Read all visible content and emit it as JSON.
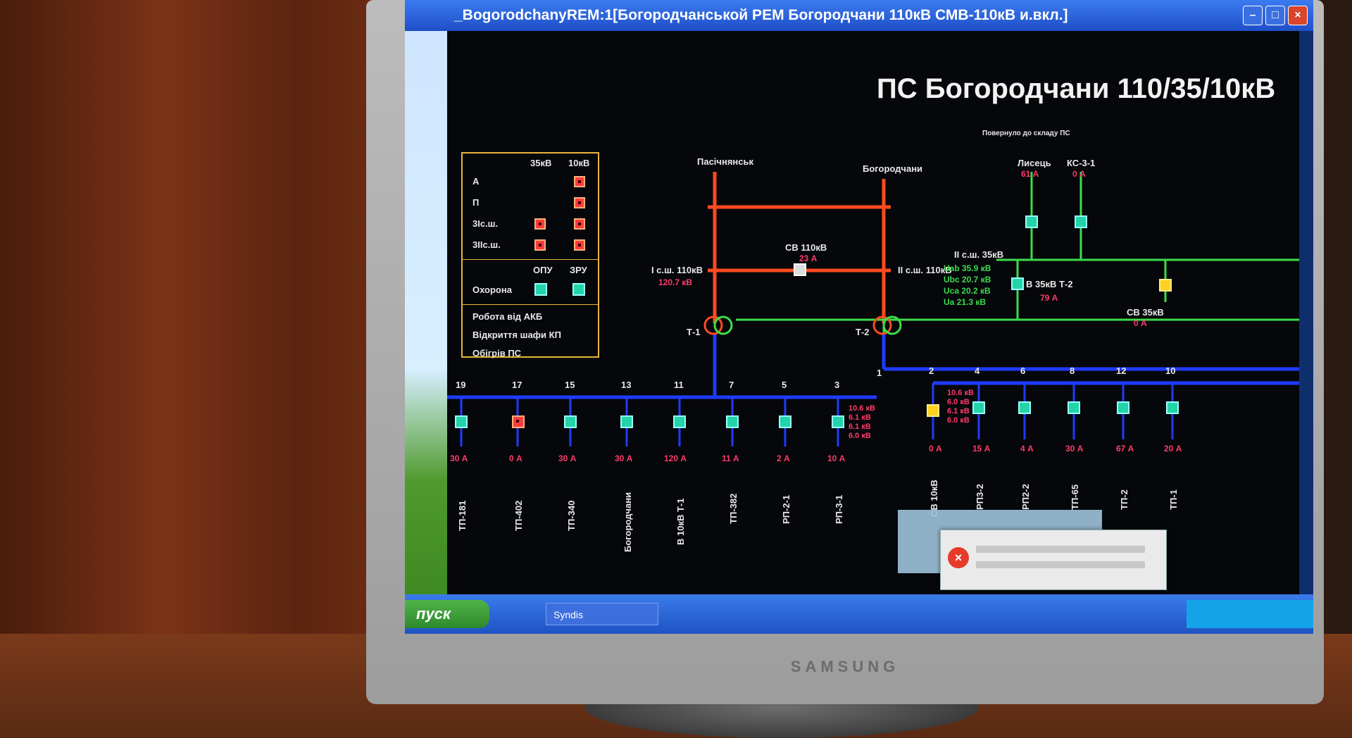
{
  "window": {
    "title": "_BogorodchanyREM:1[Богородчанськой РЕМ Богородчани 110кВ СМВ-110кВ и.вкл.]"
  },
  "scada": {
    "title": "ПС Богородчани 110/35/10кВ",
    "legend": {
      "col1": "35кВ",
      "col2": "10кВ",
      "rows": [
        "А",
        "П",
        "3Іс.ш.",
        "3ІІс.ш."
      ],
      "col3": "ОПУ",
      "col4": "ЗРУ",
      "guard": "Охорона",
      "texts": [
        "Робота від АКБ",
        "Відкриття шафи КП",
        "Обігрів ПС"
      ]
    },
    "lines110": {
      "left": "Пасічнянськ",
      "right": "Богородчани"
    },
    "cb110": {
      "label": "СВ 110кВ",
      "value": "23 А"
    },
    "bus110": {
      "left_label": "І с.ш. 110кВ",
      "left_value": "120.7 кВ",
      "right_label": "ІІ с.ш. 110кВ"
    },
    "transformers": [
      "Т-1",
      "Т-2"
    ],
    "bus35": {
      "header": "Повернуло до складу ПС",
      "feeders": [
        {
          "name": "Лисець",
          "value": "61 А"
        },
        {
          "name": "КС-3-1",
          "value": "0 А"
        }
      ],
      "label": "ІІ с.ш. 35кВ",
      "u": [
        "Uab 35.9 кВ",
        "Ubc 20.7 кВ",
        "Uca 20.2 кВ",
        "Ua 21.3 кВ"
      ],
      "switch": "В 35кВ Т-2",
      "switch_value": "79 А",
      "sv": "СВ 35кВ",
      "sv_value": "0 А"
    },
    "bus10_left": {
      "numbers": [
        "19",
        "17",
        "15",
        "13",
        "11",
        "7",
        "5",
        "3",
        "1"
      ],
      "values": [
        "30 А",
        "0 А",
        "30 А",
        "30 А",
        "120 А",
        "11 А",
        "2 А",
        "10 А"
      ],
      "names": [
        "ТП-181",
        "ТП-402",
        "ТП-340",
        "Богородчани",
        "В 10кВ Т-1",
        "ТП-382",
        "РП-2-1",
        "РП-3-1"
      ],
      "voltages": [
        "10.6 кВ",
        "6.1 кВ",
        "6.1 кВ",
        "6.0 кВ"
      ]
    },
    "bus10_right": {
      "numbers": [
        "2",
        "4",
        "6",
        "8",
        "12",
        "10"
      ],
      "values": [
        "0 А",
        "15 А",
        "4 А",
        "30 А",
        "67 А",
        "20 А"
      ],
      "names": [
        "СВ 10кВ",
        "РП3-2",
        "РП2-2",
        "ТП-65",
        "ТП-2",
        "ТП-1"
      ],
      "voltages": [
        "10.6 кВ",
        "6.0 кВ",
        "6.1 кВ",
        "6.0 кВ"
      ]
    }
  },
  "taskbar": {
    "start": "пуск",
    "task": "Syndis"
  },
  "monitor": {
    "brand": "SAMSUNG"
  },
  "colors": {
    "bus10": "#1f3bff",
    "bus110": "#ff4a1f",
    "bus35": "#3ddc4a",
    "legend": "#e8b63a",
    "value": "#ff3b6a"
  }
}
